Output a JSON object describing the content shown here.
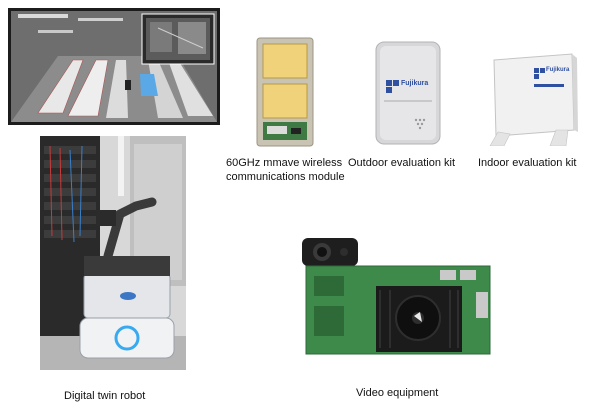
{
  "items": [
    {
      "label": "60GHz mmave wireless communications module"
    },
    {
      "label": "Outdoor evaluation kit"
    },
    {
      "label": "Indoor evaluation kit"
    },
    {
      "label": "Digital twin robot"
    },
    {
      "label": "Video equipment"
    }
  ],
  "logos": {
    "outdoor_brand": "Fujikura",
    "indoor_brand": "Fujikura"
  }
}
